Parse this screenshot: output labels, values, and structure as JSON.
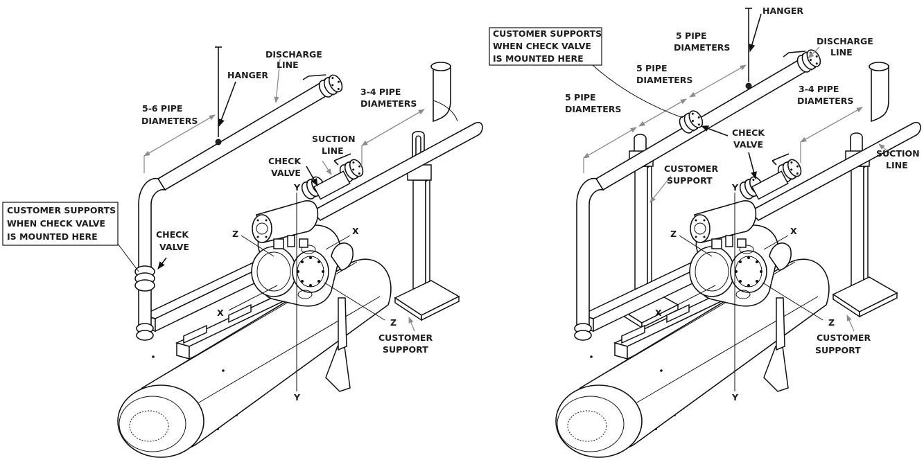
{
  "left_view": {
    "customer_supports_note": [
      "CUSTOMER SUPPORTS",
      "WHEN CHECK VALVE",
      "IS MOUNTED HERE"
    ],
    "check_valve": [
      "CHECK",
      "VALVE"
    ],
    "check_valve_top": [
      "CHECK",
      "VALVE"
    ],
    "hanger": "HANGER",
    "discharge_line": [
      "DISCHARGE",
      "LINE"
    ],
    "pipe_diameters_a": [
      "5-6 PIPE",
      "DIAMETERS"
    ],
    "pipe_diameters_b": [
      "3-4 PIPE",
      "DIAMETERS"
    ],
    "suction_line": [
      "SUCTION",
      "LINE"
    ],
    "customer_support": [
      "CUSTOMER",
      "SUPPORT"
    ],
    "axes": {
      "x1": "X",
      "x2": "X",
      "y1": "Y",
      "y2": "Y",
      "z1": "Z",
      "z2": "Z"
    }
  },
  "right_view": {
    "customer_supports_note": [
      "CUSTOMER SUPPORTS",
      "WHEN CHECK VALVE",
      "IS MOUNTED HERE"
    ],
    "hanger": "HANGER",
    "discharge_line": [
      "DISCHARGE",
      "LINE"
    ],
    "pipe_diameters_a": [
      "5 PIPE",
      "DIAMETERS"
    ],
    "pipe_diameters_b": [
      "5 PIPE",
      "DIAMETERS"
    ],
    "pipe_diameters_c": [
      "5 PIPE",
      "DIAMETERS"
    ],
    "pipe_diameters_d": [
      "3-4 PIPE",
      "DIAMETERS"
    ],
    "check_valve": [
      "CHECK",
      "VALVE"
    ],
    "suction_line": [
      "SUCTION",
      "LINE"
    ],
    "customer_support_mid": [
      "CUSTOMER",
      "SUPPORT"
    ],
    "customer_support": [
      "CUSTOMER",
      "SUPPORT"
    ],
    "axes": {
      "x1": "X",
      "x2": "X",
      "y1": "Y",
      "y2": "Y",
      "z1": "Z",
      "z2": "Z"
    }
  }
}
